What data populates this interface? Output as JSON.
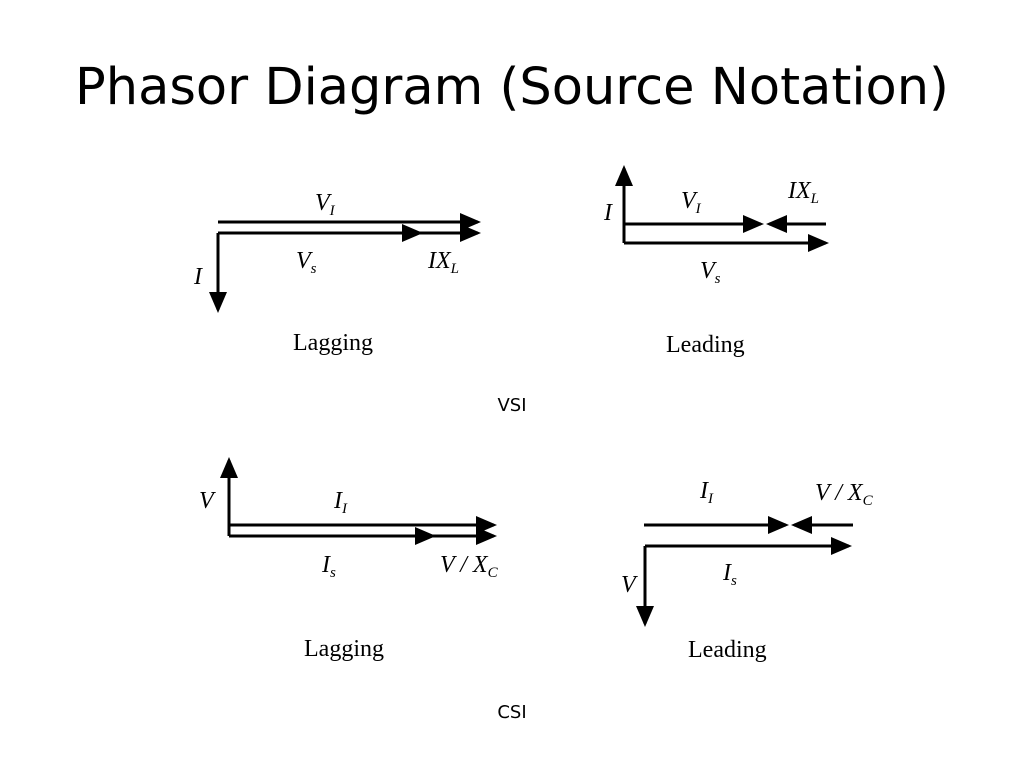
{
  "slide": {
    "title": "Phasor Diagram (Source Notation)"
  },
  "vsi": {
    "caption": "VSI",
    "lagging": {
      "label": "Lagging",
      "vi": {
        "main": "V",
        "sub": "I"
      },
      "vs": {
        "main": "V",
        "sub": "s"
      },
      "ixl": {
        "main": "IX",
        "sub": "L"
      },
      "i": "I"
    },
    "leading": {
      "label": "Leading",
      "vi": {
        "main": "V",
        "sub": "I"
      },
      "vs": {
        "main": "V",
        "sub": "s"
      },
      "ixl": {
        "main": "IX",
        "sub": "L"
      },
      "i": "I"
    }
  },
  "csi": {
    "caption": "CSI",
    "lagging": {
      "label": "Lagging",
      "ii": {
        "main": "I",
        "sub": "I"
      },
      "is": {
        "main": "I",
        "sub": "s"
      },
      "vxc": {
        "main": "V / X",
        "sub": "C"
      },
      "v": "V"
    },
    "leading": {
      "label": "Leading",
      "ii": {
        "main": "I",
        "sub": "I"
      },
      "is": {
        "main": "I",
        "sub": "s"
      },
      "vxc": {
        "main": "V / X",
        "sub": "C"
      },
      "v": "V"
    }
  }
}
